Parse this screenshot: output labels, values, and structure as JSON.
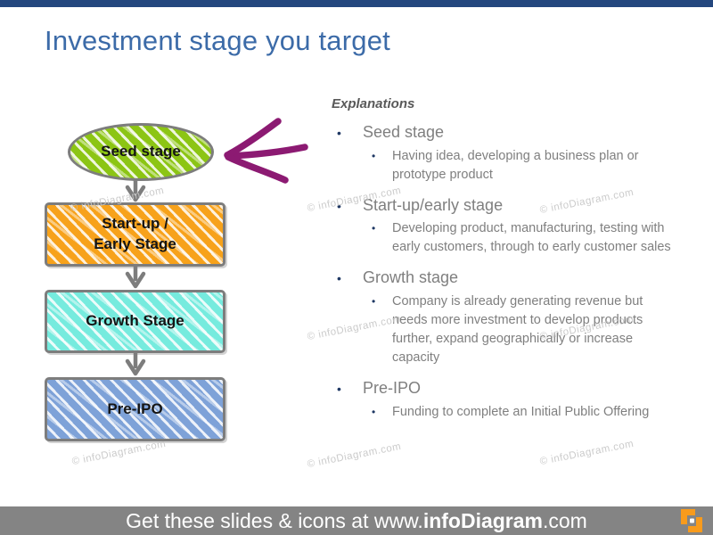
{
  "slide": {
    "title": "Investment stage you target",
    "top_bar_color": "#24477E",
    "title_color": "#3C6BA8"
  },
  "diagram": {
    "stages": [
      {
        "label": "Seed stage",
        "fill": "#8CC514",
        "shape": "ellipse"
      },
      {
        "label": "Start-up /\nEarly Stage",
        "fill": "#F7A21B",
        "shape": "rect"
      },
      {
        "label": "Growth Stage",
        "fill": "#76EBDE",
        "shape": "rect"
      },
      {
        "label": "Pre-IPO",
        "fill": "#7EA2D8",
        "shape": "rect"
      }
    ],
    "connector_color": "#7D7D7D",
    "annotation_arrow_color": "#8C1A72"
  },
  "explanations": {
    "heading": "Explanations",
    "bullet_char": "•",
    "items": [
      {
        "title": "Seed stage",
        "detail": "Having idea, developing a business plan or prototype product"
      },
      {
        "title": "Start-up/early stage",
        "detail": "Developing product, manufacturing, testing with early customers, through to early customer sales"
      },
      {
        "title": "Growth stage",
        "detail": "Company is already generating revenue but needs more investment to develop products further, expand geographically or increase capacity"
      },
      {
        "title": "Pre-IPO",
        "detail": "Funding to complete an Initial Public Offering"
      }
    ]
  },
  "watermark": {
    "text": "© infoDiagram.com"
  },
  "footer": {
    "prefix": "Get these slides & icons at www.",
    "brand": "infoDiagram",
    "suffix": ".com",
    "bar_color": "#848484",
    "logo_color": "#F89B1C"
  }
}
